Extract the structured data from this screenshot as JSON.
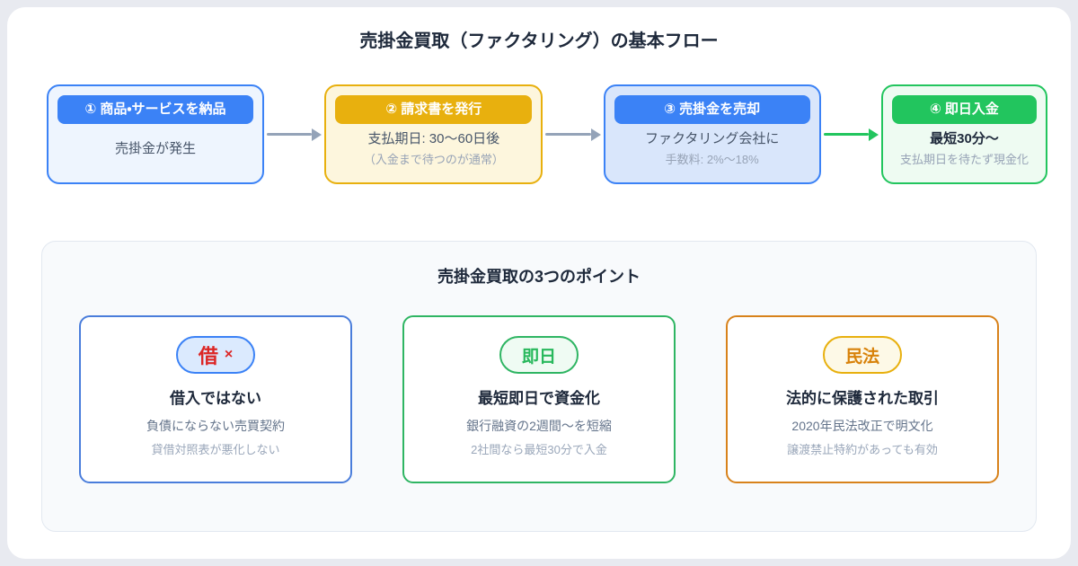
{
  "page": {
    "title": "売掛金買取（ファクタリング）の基本フロー"
  },
  "flow": {
    "steps": [
      {
        "label": "① 商品・サービスを納品",
        "line1": "売掛金が発生",
        "line2": "",
        "theme": "blue"
      },
      {
        "label": "② 請求書を発行",
        "line1": "支払期日: 30〜60日後",
        "line2": "（入金まで待つのが通常）",
        "theme": "gold"
      },
      {
        "label": "③ 売掛金を売却",
        "line1": "ファクタリング会社に",
        "line2": "手数料: 2%〜18%",
        "theme": "blue"
      },
      {
        "label": "④ 即日入金",
        "line1": "最短30分〜",
        "line2": "支払期日を待たず現金化",
        "theme": "green"
      }
    ],
    "arrows": [
      "gray",
      "gray",
      "green"
    ]
  },
  "points": {
    "title": "売掛金買取の3つのポイント",
    "cards": [
      {
        "badge": "借",
        "badge_suffix": "×",
        "title": "借入ではない",
        "sub1": "負債にならない売買契約",
        "sub2": "貸借対照表が悪化しない",
        "theme": "blue"
      },
      {
        "badge": "即日",
        "badge_suffix": "",
        "title": "最短即日で資金化",
        "sub1": "銀行融資の2週間〜を短縮",
        "sub2": "2社間なら最短30分で入金",
        "theme": "green"
      },
      {
        "badge": "民法",
        "badge_suffix": "",
        "title": "法的に保護された取引",
        "sub1": "2020年民法改正で明文化",
        "sub2": "譲渡禁止特約があっても有効",
        "theme": "orange"
      }
    ]
  },
  "colors": {
    "accent_blue": "#3b82f6",
    "accent_gold": "#e8b00e",
    "accent_green": "#22c55e",
    "accent_orange": "#d8821b",
    "badge_red": "#dc2626",
    "arrow_gray": "#94a3b8",
    "panel_bg": "#f8fafc",
    "page_bg": "#e8eaf0"
  }
}
